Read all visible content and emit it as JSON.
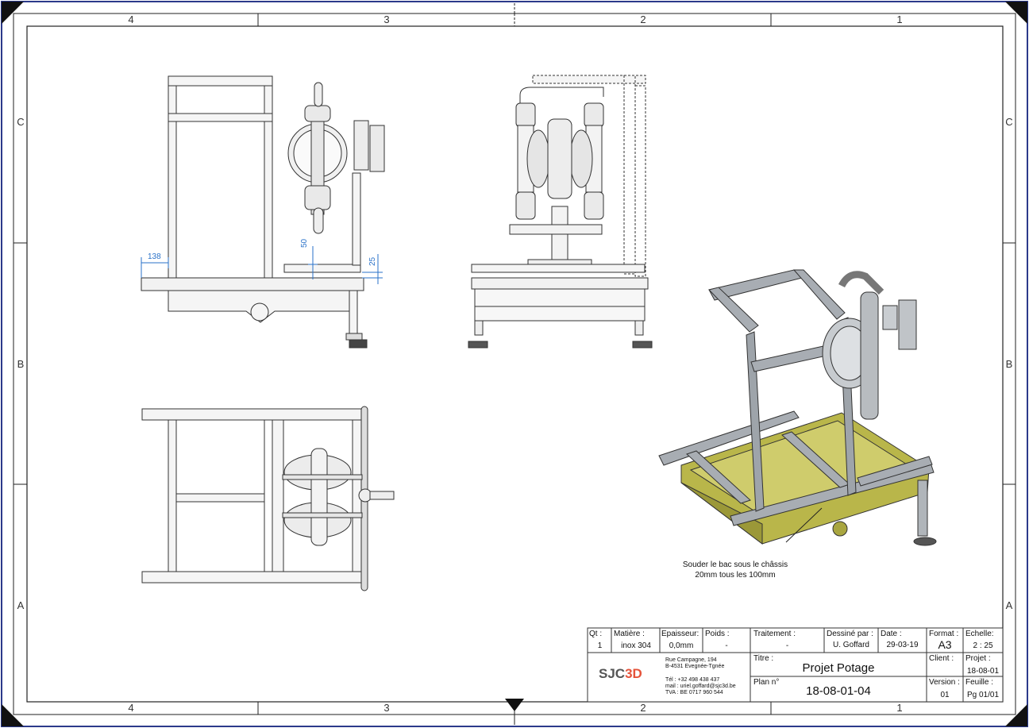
{
  "frame": {
    "columns_top": [
      "4",
      "3",
      "2",
      "1"
    ],
    "columns_bottom": [
      "4",
      "3",
      "2",
      "1"
    ],
    "rows_left": [
      "C",
      "B",
      "A"
    ],
    "rows_right": [
      "C",
      "B",
      "A"
    ]
  },
  "dimensions": {
    "d138": "138",
    "d50": "50",
    "d25": "25"
  },
  "annotation": {
    "line1": "Souder le bac sous le châssis",
    "line2": "20mm tous les 100mm"
  },
  "title_block": {
    "qt_label": "Qt :",
    "qt_value": "1",
    "matiere_label": "Matière :",
    "matiere_value": "inox 304",
    "epaisseur_label": "Epaisseur:",
    "epaisseur_value": "0,0mm",
    "poids_label": "Poids :",
    "poids_value": "-",
    "traitement_label": "Traitement :",
    "traitement_value": "-",
    "dessine_label": "Dessiné par :",
    "dessine_value": "U. Goffard",
    "date_label": "Date :",
    "date_value": "29-03-19",
    "format_label": "Format :",
    "format_value": "A3",
    "echelle_label": "Echelle:",
    "echelle_value": "2 : 25",
    "titre_label": "Titre :",
    "titre_value": "Projet Potage",
    "client_label": "Client :",
    "projet_label": "Projet :",
    "projet_value": "18-08-01",
    "plan_label": "Plan n°",
    "plan_value": "18-08-01-04",
    "version_label": "Version :",
    "version_value": "01",
    "feuille_label": "Feuille :",
    "feuille_value": "Pg 01/01",
    "logo_text_a": "SJC",
    "logo_text_b": "3D",
    "address": [
      "Rue Campagne, 194",
      "B-4531 Evegnée-Tgnée"
    ],
    "contact": [
      "Tél : +32 498 438 437",
      "mail : uriel.goffard@sjc3d.be",
      "TVA : BE 0717 960 544"
    ]
  },
  "colors": {
    "tray": "#b9b64a",
    "steel": "#9ea4aa",
    "dim": "#2a72c9"
  }
}
